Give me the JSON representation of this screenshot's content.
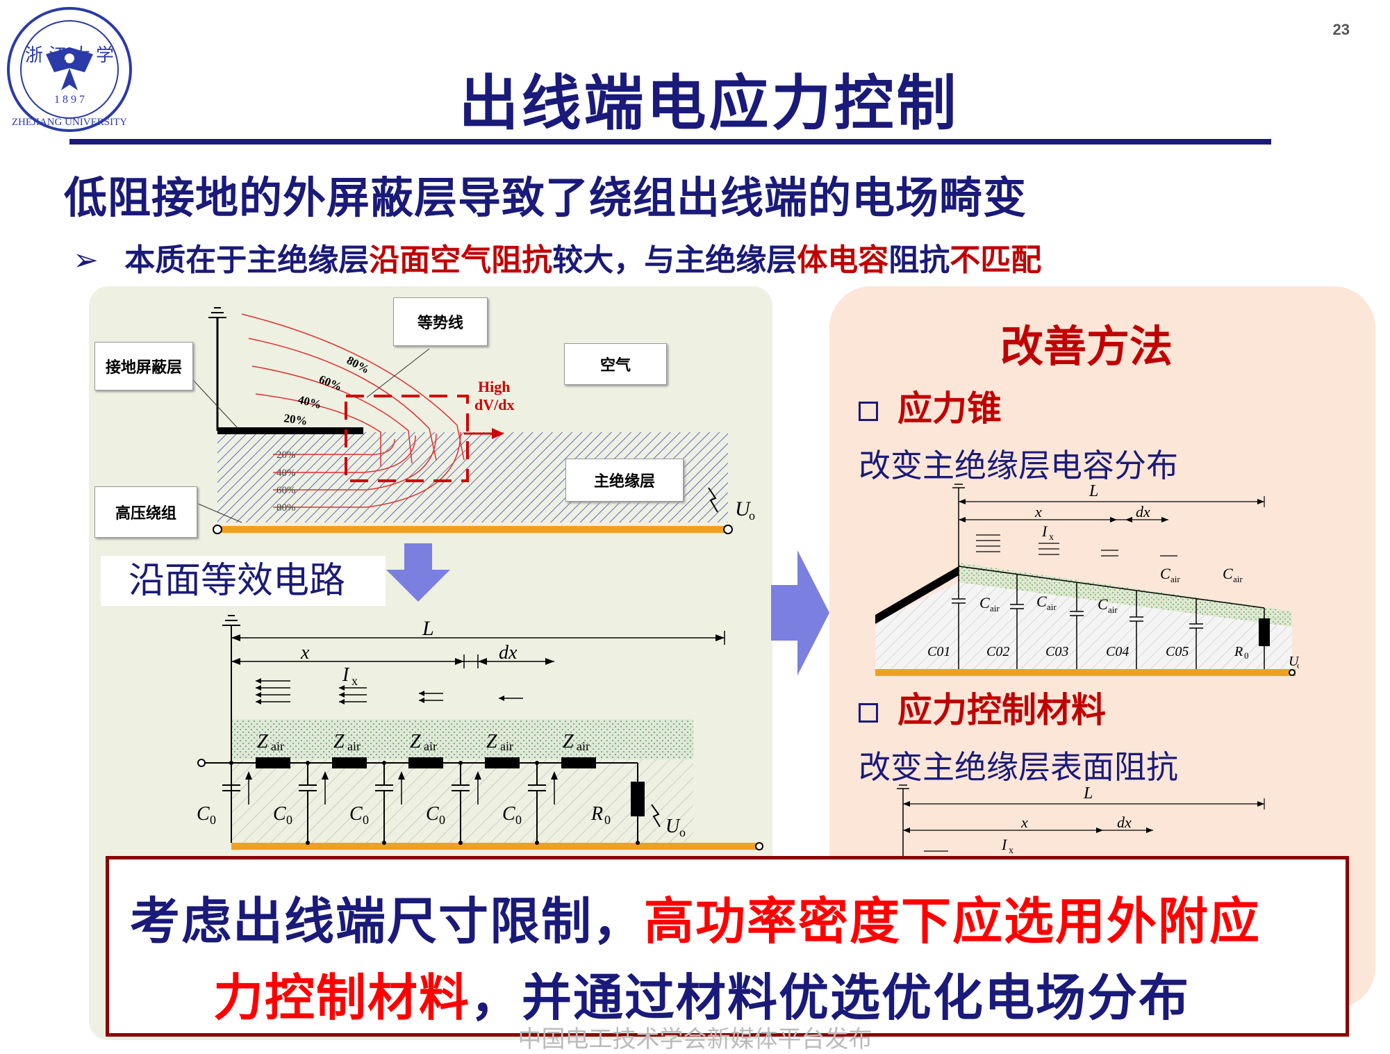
{
  "page_number": "23",
  "logo": {
    "university_name_en": "ZHEJIANG UNIVERSITY",
    "year": "1 8 9 7",
    "chinese_name": "浙江大学"
  },
  "title": "出线端电应力控制",
  "subtitle": "低阻接地的外屏蔽层导致了绕组出线端的电场畸变",
  "bullet": {
    "marker": "➢",
    "segments": [
      {
        "text": "本质在于主绝缘层",
        "red": false
      },
      {
        "text": "沿面空气阻抗",
        "red": true
      },
      {
        "text": "较大，与主绝缘层",
        "red": false
      },
      {
        "text": "体电容",
        "red": true
      },
      {
        "text": "阻抗",
        "red": false
      },
      {
        "text": "不匹配",
        "red": true
      }
    ]
  },
  "left_diagram": {
    "labels": {
      "ground_shield": "接地屏蔽层",
      "equipotential": "等势线",
      "air": "空气",
      "main_insulation": "主绝缘层",
      "hv_winding": "高压绕组",
      "high_field": "High",
      "high_field2": "dV/dx",
      "voltage": "U",
      "voltage_sub": "o"
    },
    "contour_labels_outer": [
      "80%",
      "60%",
      "40%",
      "20%"
    ],
    "contour_labels_inner": [
      "20%",
      "40%",
      "60%",
      "80%"
    ],
    "circuit_label": "沿面等效电路",
    "circuit": {
      "L": "L",
      "x": "x",
      "dx": "dx",
      "Ix": "I",
      "Ix_sub": "x",
      "z_label": "Z",
      "z_sub": "air",
      "c_label": "C",
      "c_sub": "0",
      "r_label": "R",
      "r_sub": "0",
      "u_label": "U",
      "u_sub": "o"
    }
  },
  "right_panel": {
    "heading": "改善方法",
    "method1": {
      "title": "应力锥",
      "desc": "改变主绝缘层电容分布"
    },
    "method2": {
      "title": "应力控制材料",
      "desc": "改变主绝缘层表面阻抗"
    },
    "diagram1": {
      "L": "L",
      "x": "x",
      "dx": "dx",
      "Ix": "I",
      "Ix_sub": "x",
      "cair": "C",
      "cair_sub": "air",
      "c_labels": [
        "C01",
        "C02",
        "C03",
        "C04",
        "C05"
      ],
      "r_label": "R",
      "r_sub": "0",
      "u_label": "U",
      "u_sub": "o"
    },
    "diagram2": {
      "L": "L",
      "x": "x",
      "dx": "dx",
      "Ix": "I",
      "Ix_sub": "x"
    }
  },
  "callout": {
    "line1": [
      {
        "text": "考虑出线端尺寸限制，",
        "red": false
      },
      {
        "text": "高功率密度下应选用外附应",
        "red": true
      }
    ],
    "line2": [
      {
        "text": "力控制材料",
        "red": true
      },
      {
        "text": "，并通过材料优选优化电场分布",
        "red": false
      }
    ]
  },
  "footer": "中国电工技术学会新媒体平台发布",
  "colors": {
    "title_blue": "#1a1a7a",
    "accent_red": "#c00000",
    "conductor_orange": "#f0a020",
    "arrow_blue": "#7b7fe0"
  }
}
